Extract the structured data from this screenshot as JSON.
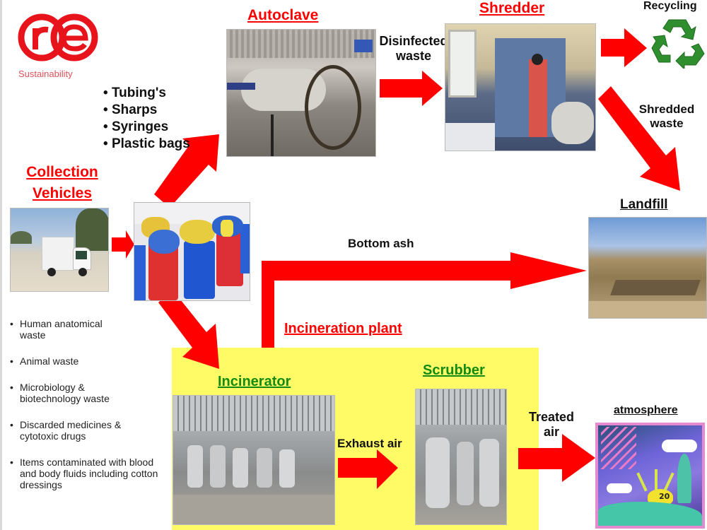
{
  "logo": {
    "mark": "re",
    "tagline": "Sustainability",
    "color": "#e8141c"
  },
  "colors": {
    "arrow": "#ff0000",
    "incineration_box": "#fffb66",
    "title_red": "#ff0000",
    "title_green": "#138b13"
  },
  "inputs": {
    "autoclave_items": [
      "Tubing's",
      "Sharps",
      "Syringes",
      "Plastic bags"
    ],
    "incineration_items": [
      "Human anatomical waste",
      "Animal waste",
      "Microbiology & biotechnology waste",
      "Discarded medicines & cytotoxic drugs",
      "Items contaminated with blood and body fluids including cotton dressings"
    ]
  },
  "nodes": {
    "collection": {
      "title_line1": "Collection",
      "title_line2": "Vehicles",
      "photo": "collection-truck-photo"
    },
    "bins": {
      "photo": "waste-bins-photo"
    },
    "autoclave": {
      "title": "Autoclave",
      "photo": "autoclave-photo"
    },
    "shredder": {
      "title": "Shredder",
      "photo": "shredder-photo"
    },
    "recycling": {
      "title": "Recycling",
      "icon": "recycle-icon"
    },
    "landfill": {
      "title": "Landfill",
      "photo": "landfill-photo"
    },
    "incineration_plant": {
      "title": "Incineration plant"
    },
    "incinerator": {
      "title": "Incinerator",
      "photo": "incinerator-photo"
    },
    "scrubber": {
      "title": "Scrubber",
      "photo": "scrubber-photo"
    },
    "atmosphere": {
      "title": "atmosphere",
      "photo": "atmosphere-clipart",
      "clipart_text": "20"
    }
  },
  "flows": {
    "disinfected_line1": "Disinfected",
    "disinfected_line2": "waste",
    "shredded_line1": "Shredded",
    "shredded_line2": "waste",
    "bottom_ash": "Bottom ash",
    "exhaust_air": "Exhaust air",
    "treated_line1": "Treated",
    "treated_line2": "air"
  }
}
